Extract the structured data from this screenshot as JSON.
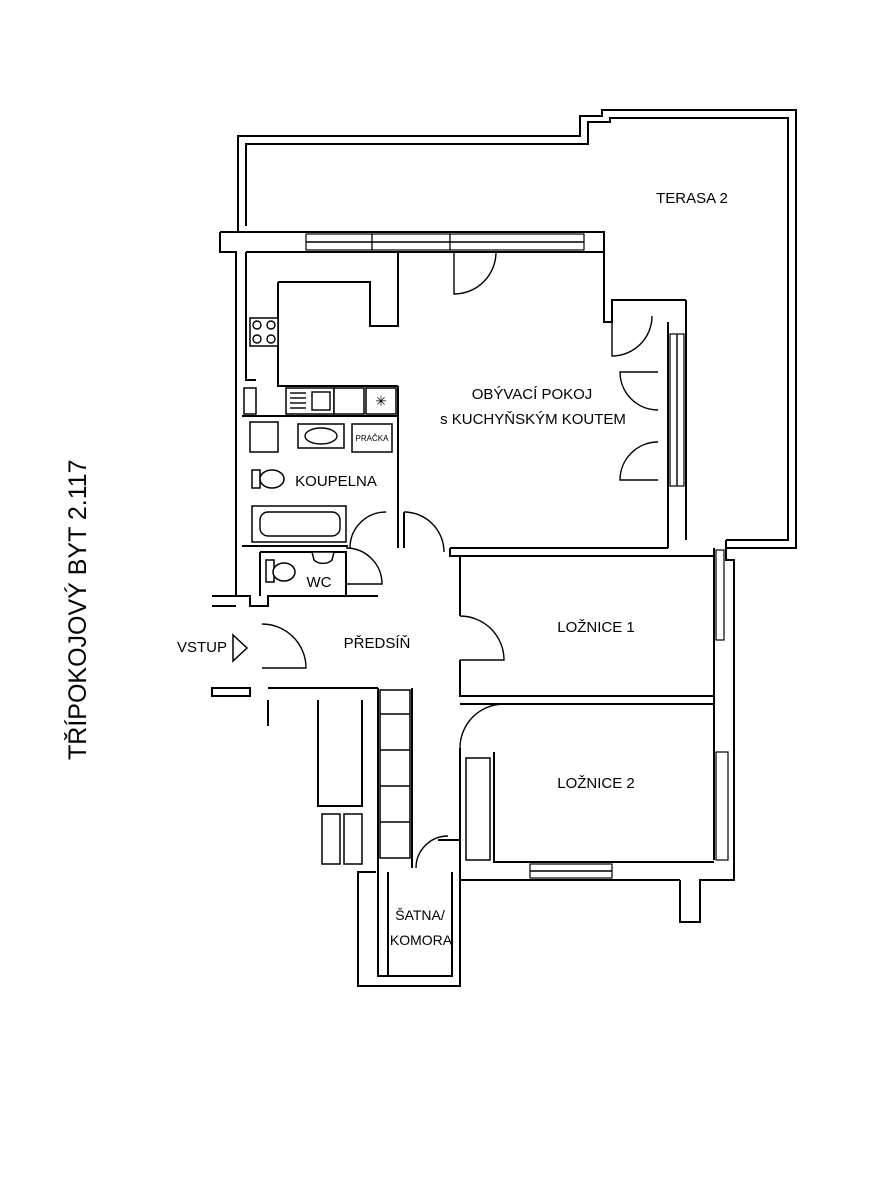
{
  "title": "TŘÍPOKOJOVÝ BYT 2.117",
  "rooms": {
    "terrace": "TERASA 2",
    "living_line1": "OBÝVACÍ POKOJ",
    "living_line2": "s KUCHYŇSKÝM KOUTEM",
    "bathroom": "KOUPELNA",
    "washer": "PRAČKA",
    "wc": "WC",
    "hall": "PŘEDSÍŇ",
    "bedroom1": "LOŽNICE 1",
    "bedroom2": "LOŽNICE 2",
    "closet_line1": "ŠATNA/",
    "closet_line2": "KOMORA"
  },
  "entrance": {
    "label": "VSTUP",
    "arrow_icon": "entrance-arrow-icon"
  },
  "colors": {
    "lines": "#000000",
    "background": "#ffffff"
  }
}
